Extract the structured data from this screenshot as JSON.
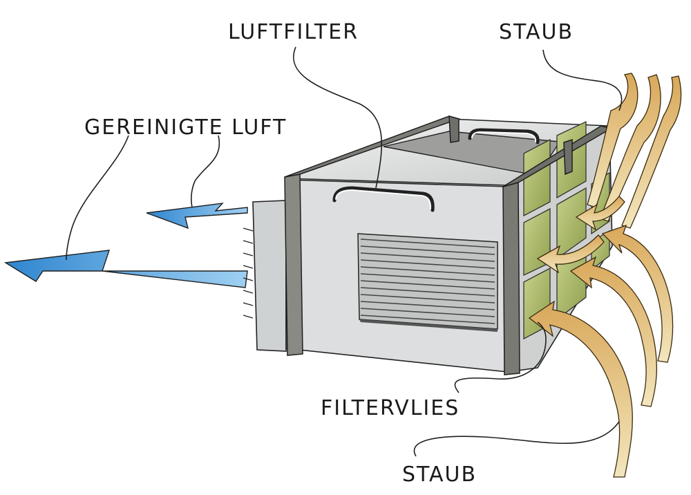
{
  "labels": {
    "filter": "LUFTFILTER",
    "dust_top": "STAUB",
    "clean_air": "GEREINIGTE LUFT",
    "fleece": "FILTERVLIES",
    "dust_bottom": "STAUB"
  },
  "colors": {
    "clean_air": "#4a9fdc",
    "dust_arrow": "#e6c98c",
    "filter_fleece": "#a9b86a",
    "housing": "#d8dadb",
    "frame": "#6f6f6a"
  }
}
